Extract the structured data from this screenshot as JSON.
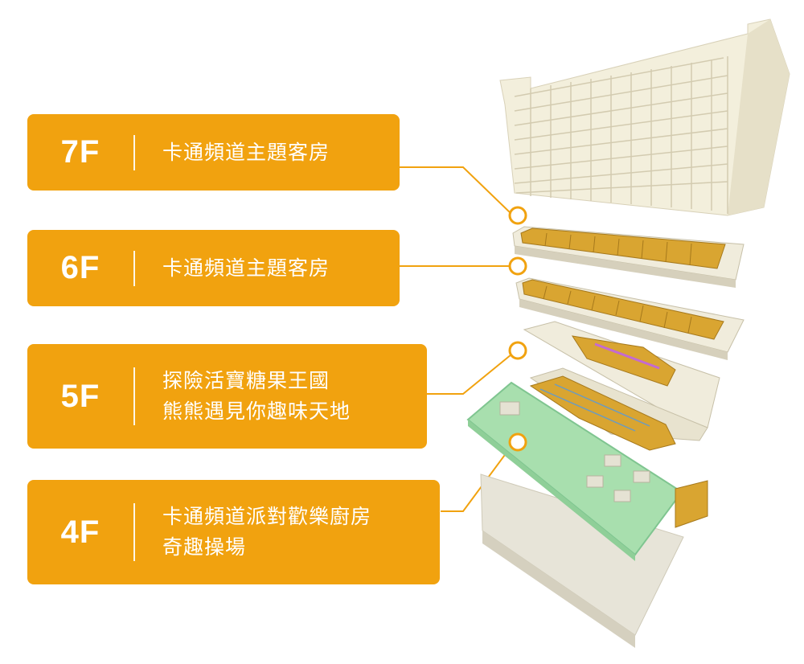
{
  "floors": [
    {
      "code": "7F",
      "lines": [
        "卡通頻道主題客房"
      ]
    },
    {
      "code": "6F",
      "lines": [
        "卡通頻道主題客房"
      ]
    },
    {
      "code": "5F",
      "lines": [
        "探險活寶糖果王國",
        "熊熊遇見你趣味天地"
      ]
    },
    {
      "code": "4F",
      "lines": [
        "卡通頻道派對歡樂廚房",
        "奇趣操場"
      ]
    }
  ],
  "colors": {
    "accent": "#f1a20f",
    "label_text": "#ffffff",
    "building": "#f3efdc",
    "room_wood": "#d9a531",
    "playground_green": "#a8dfae"
  }
}
